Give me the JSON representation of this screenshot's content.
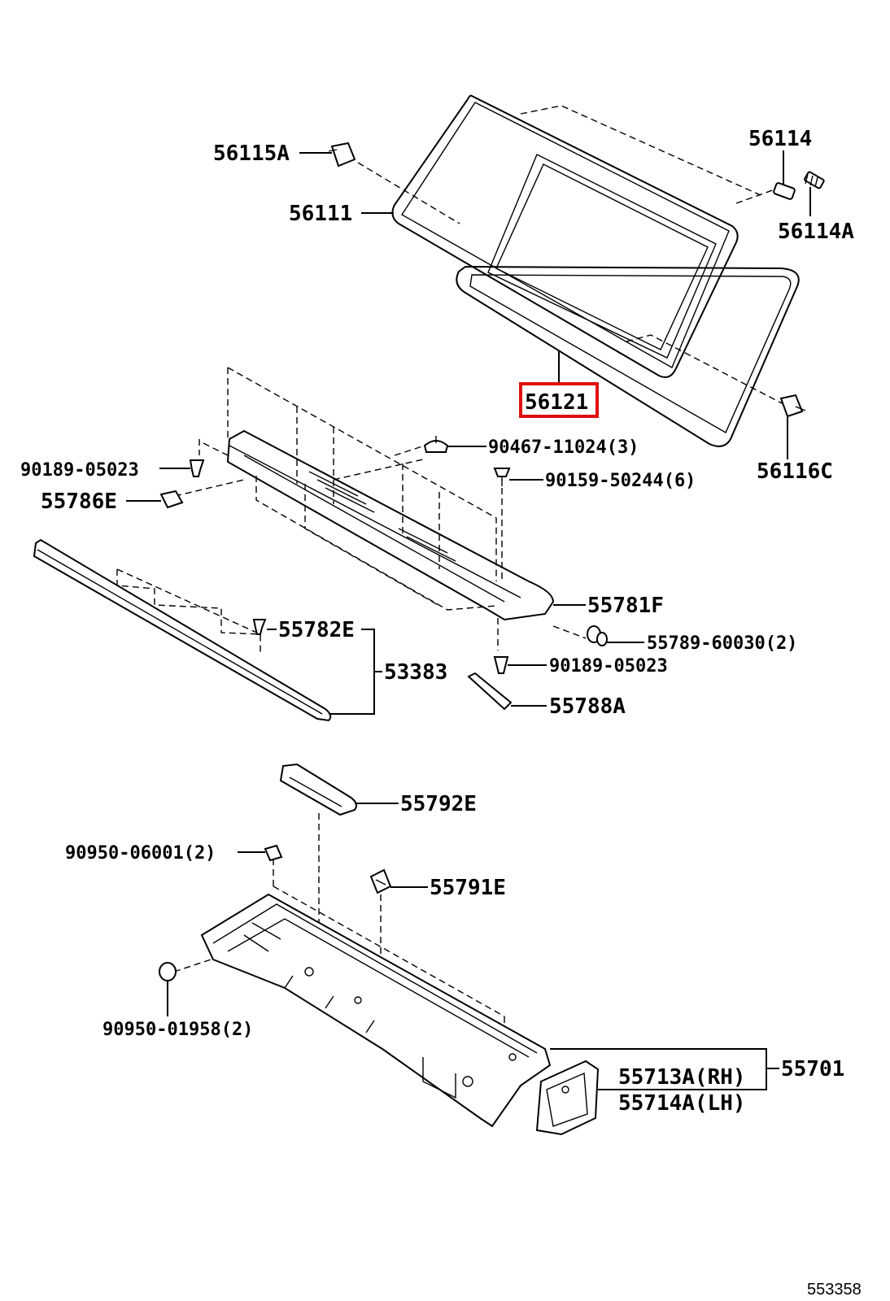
{
  "diagram": {
    "reference_number": "553358",
    "highlighted_part": "56121",
    "highlight_color": "#e01010",
    "labels": {
      "p56115A": "56115A",
      "p56111": "56111",
      "p56114": "56114",
      "p56114A": "56114A",
      "p56121": "56121",
      "p56116C": "56116C",
      "p90467": "90467-11024(3)",
      "p90189a": "90189-05023",
      "p90159": "90159-50244(6)",
      "p55786E": "55786E",
      "p55781F": "55781F",
      "p55789": "55789-60030(2)",
      "p55782E": "55782E",
      "p53383": "53383",
      "p90189b": "90189-05023",
      "p55788A": "55788A",
      "p55792E": "55792E",
      "p90950a": "90950-06001(2)",
      "p55791E": "55791E",
      "p90950b": "90950-01958(2)",
      "p55713A": "55713A(RH)",
      "p55714A": "55714A(LH)",
      "p55701": "55701"
    }
  }
}
